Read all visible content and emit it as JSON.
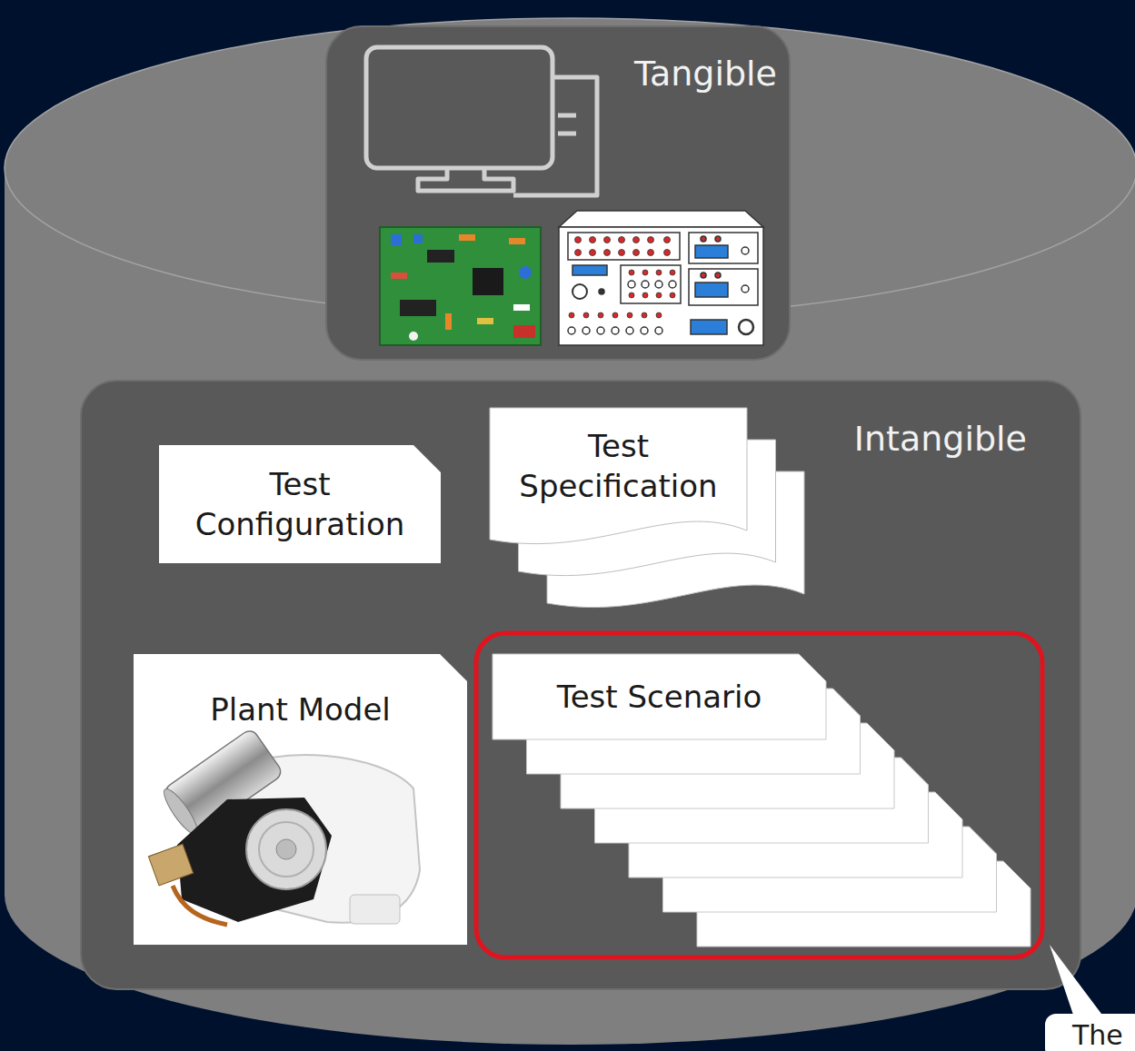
{
  "diagram": {
    "nodes": [
      {
        "text": [
          "Tangible"
        ]
      },
      {
        "text": [
          "Intangible"
        ]
      },
      {
        "text": [
          "Test Configuration"
        ],
        "in": 1
      },
      {
        "text": [
          "Test Specification"
        ],
        "in": 1
      },
      {
        "text": [
          "Plant Model"
        ],
        "in": 1
      },
      {
        "text": [
          "Test Scenario"
        ],
        "in": 1
      },
      {
        "text": [
          "The"
        ]
      }
    ]
  }
}
